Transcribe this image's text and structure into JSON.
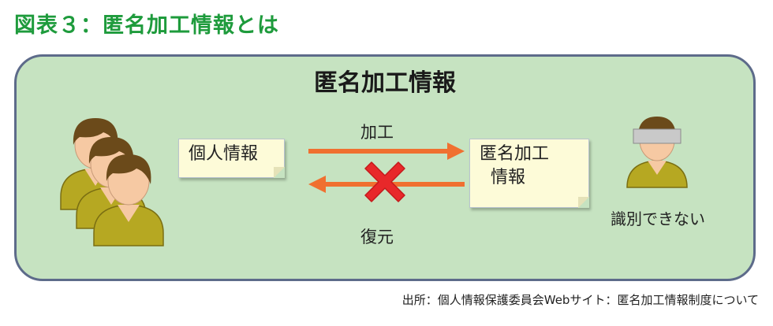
{
  "figure_title": "図表３：匿名加工情報とは",
  "panel_title": "匿名加工情報",
  "personal_info_label": "個人情報",
  "anonymized_info_line1": "匿名加工",
  "anonymized_info_line2": "情報",
  "arrow_process_label": "加工",
  "arrow_restore_label": "復元",
  "unidentifiable_label": "識別できない",
  "source_note": "出所：個人情報保護委員会Webサイト：匿名加工情報制度について",
  "colors": {
    "title_green": "#1e9b3c",
    "panel_fill": "#c6e3c1",
    "panel_border": "#5d6b8a",
    "arrow_orange": "#f07030",
    "cross_red": "#e8282a",
    "person_body": "#b6a822",
    "person_hair": "#6b4a1a",
    "skin": "#f6c9a3"
  },
  "icons": [
    "people-group-icon",
    "masked-person-icon",
    "forbidden-cross-icon"
  ]
}
